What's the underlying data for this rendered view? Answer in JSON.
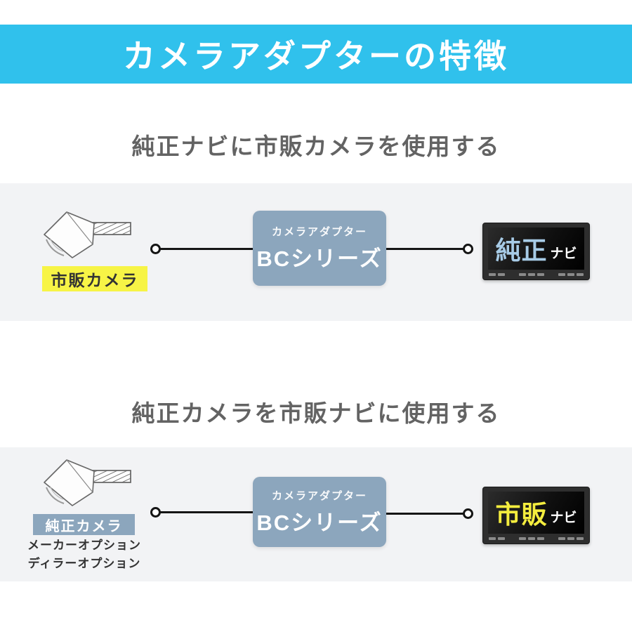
{
  "banner": {
    "title": "カメラアダプターの特徴"
  },
  "sections": [
    {
      "heading": "純正ナビに市販カメラを使用する",
      "camera_label": "市販カメラ",
      "adapter": {
        "type_label": "カメラアダプター",
        "name": "BCシリーズ"
      },
      "navi": {
        "main": "純正",
        "sub": "ナビ"
      }
    },
    {
      "heading": "純正カメラを市販ナビに使用する",
      "camera_label": "純正カメラ",
      "camera_options": [
        "メーカーオプション",
        "ディラーオプション"
      ],
      "adapter": {
        "type_label": "カメラアダプター",
        "name": "BCシリーズ"
      },
      "navi": {
        "main": "市販",
        "sub": "ナビ"
      }
    }
  ],
  "colors": {
    "header_bg": "#30c1ec",
    "band_bg": "#f2f3f5",
    "adapter_bg": "#8ca6bd",
    "label_yellow": "#f7f446",
    "navi_genuine": "#a7cbe6",
    "navi_aftermarket": "#f4ed3e"
  }
}
